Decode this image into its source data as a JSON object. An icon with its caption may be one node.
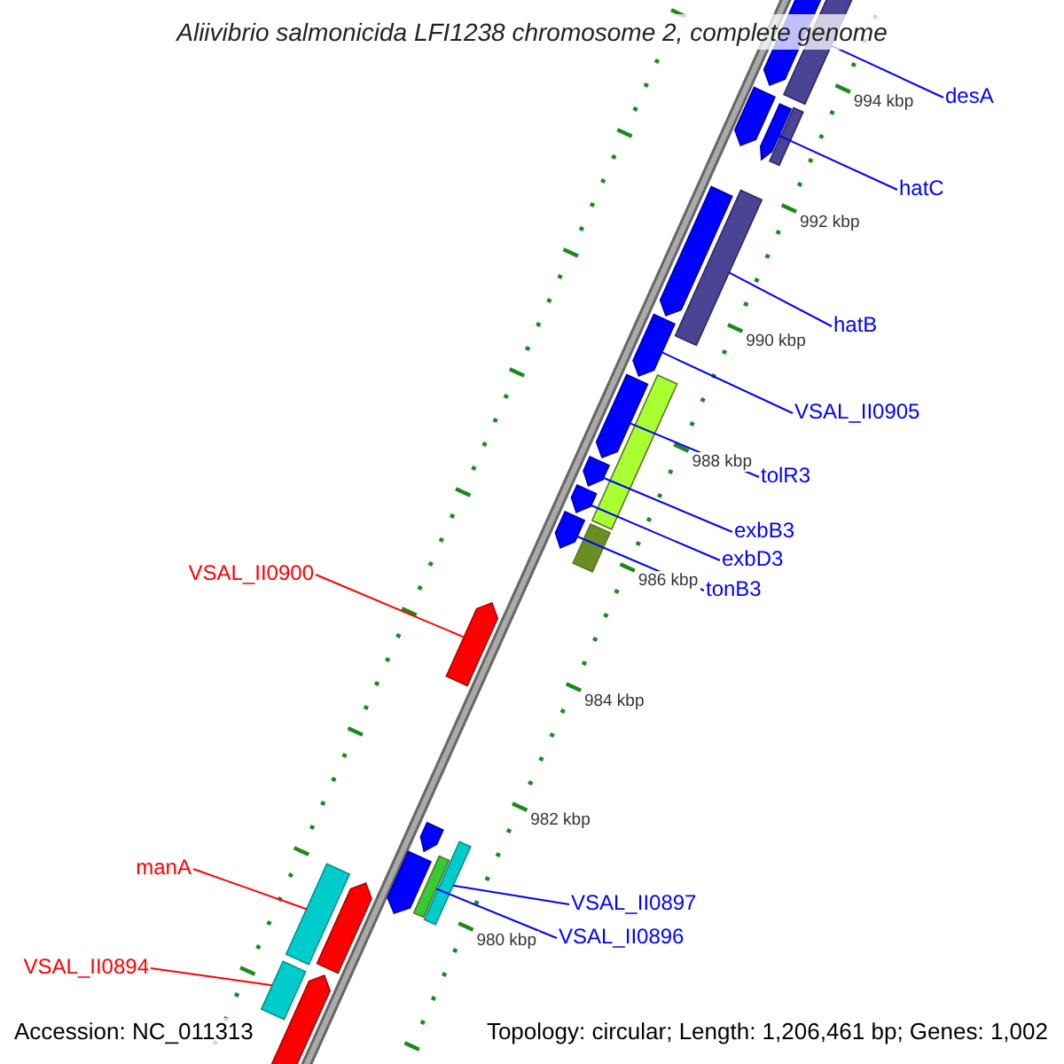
{
  "diagram": {
    "title": "Aliivibrio salmonicida LFI1238 chromosome 2, complete genome",
    "nodes": [
      {
        "text": [
          "desA"
        ]
      },
      {
        "text": [
          "hatC"
        ]
      },
      {
        "text": [
          "hatB"
        ]
      },
      {
        "text": [
          "VSAL_II0905"
        ]
      },
      {
        "text": [
          "tolR3"
        ]
      },
      {
        "text": [
          "exbB3"
        ]
      },
      {
        "text": [
          "exbD3"
        ]
      },
      {
        "text": [
          "tonB3"
        ]
      },
      {
        "text": [
          "VSAL_II0900"
        ]
      },
      {
        "text": [
          "manA"
        ]
      },
      {
        "text": [
          "VSAL_II0897"
        ]
      },
      {
        "text": [
          "VSAL_II0894"
        ]
      },
      {
        "text": [
          "VSAL_II0896"
        ]
      },
      {
        "text": [],
        "shape": "bar"
      },
      {
        "text": [],
        "shape": "bar"
      },
      {
        "text": [],
        "shape": "bar"
      },
      {
        "text": [],
        "shape": "bar"
      },
      {
        "text": [],
        "shape": "bar"
      },
      {
        "text": [],
        "shape": "bar"
      },
      {
        "text": [],
        "shape": "bar"
      },
      {
        "text": [],
        "shape": "bar"
      },
      {
        "text": [],
        "shape": "bar"
      },
      {
        "text": [],
        "shape": "bar"
      },
      {
        "text": [],
        "shape": "bar"
      },
      {
        "text": [],
        "shape": "bar"
      },
      {
        "text": [],
        "shape": "bar"
      },
      {
        "text": [],
        "shape": "bar"
      },
      {
        "text": [],
        "shape": "bar"
      },
      {
        "text": [],
        "shape": "bar"
      },
      {
        "text": [],
        "shape": "bar"
      },
      {
        "text": [],
        "shape": "bar"
      },
      {
        "text": [],
        "shape": "bar"
      },
      {
        "text": [],
        "shape": "bar"
      },
      {
        "text": [],
        "shape": "bar"
      },
      {
        "text": [],
        "shape": "bar"
      },
      {
        "text": [],
        "shape": "bar"
      }
    ],
    "edges": [
      {
        "from": 0,
        "to": 14,
        "arrow": "none"
      },
      {
        "from": 1,
        "to": 16,
        "arrow": "none"
      },
      {
        "from": 2,
        "to": 19,
        "arrow": "none"
      },
      {
        "from": 3,
        "to": 20,
        "arrow": "none"
      },
      {
        "from": 4,
        "to": 21,
        "arrow": "none"
      },
      {
        "from": 5,
        "to": 23,
        "arrow": "none"
      },
      {
        "from": 6,
        "to": 24,
        "arrow": "none"
      },
      {
        "from": 7,
        "to": 25,
        "arrow": "none"
      },
      {
        "from": 8,
        "to": 27,
        "arrow": "none",
        "color": "#ff0000"
      },
      {
        "from": 9,
        "to": 32,
        "arrow": "none",
        "color": "#ff0000"
      },
      {
        "from": 10,
        "to": 29,
        "arrow": "none"
      },
      {
        "from": 11,
        "to": 34,
        "arrow": "none",
        "color": "#ff0000"
      },
      {
        "from": 12,
        "to": 31,
        "arrow": "none"
      }
    ],
    "labels": [
      "994 kbp",
      "992 kbp",
      "990 kbp",
      "988 kbp",
      "986 kbp",
      "984 kbp",
      "982 kbp",
      "980 kbp",
      "Accession: NC_011313",
      "Topology: circular; Length: 1,206,461 bp; Genes: 1,002"
    ]
  }
}
